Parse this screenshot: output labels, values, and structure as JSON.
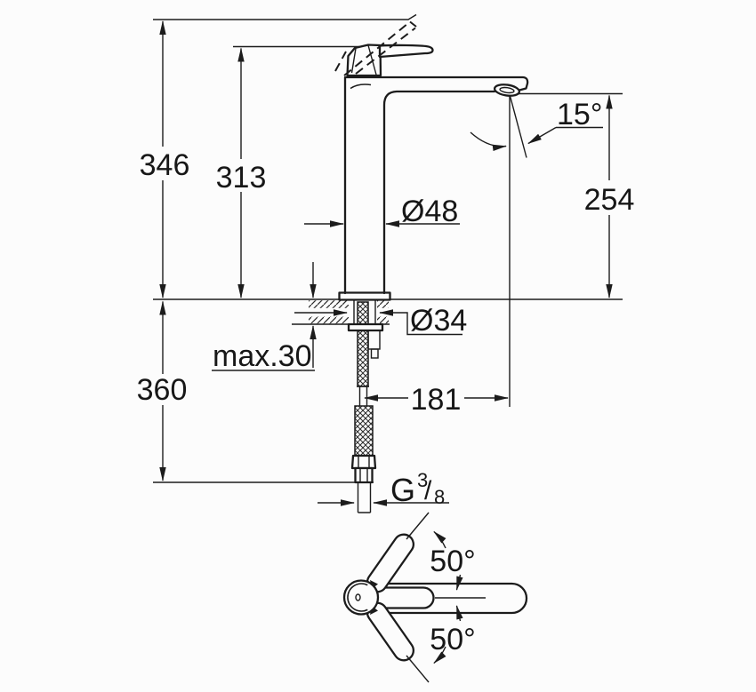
{
  "drawing": {
    "type": "technical-dimension-drawing",
    "subject": "single-lever basin mixer faucet, side elevation with mounting section and plan view of lever swivel",
    "colors": {
      "line": "#1c1c1c",
      "background": "#fcfcfc",
      "text": "#171717"
    },
    "labels": {
      "total_height": "346",
      "body_height": "313",
      "spout_angle": "15°",
      "outlet_height": "254",
      "body_diameter": "Ø48",
      "hole_diameter": "Ø34",
      "max_deck_thickness": "max.30",
      "below_deck_length": "360",
      "spout_reach": "181",
      "thread_prefix": "G",
      "thread_numerator": "3",
      "thread_slash": "/",
      "thread_denominator": "8",
      "lever_swivel_upper": "50°",
      "lever_swivel_lower": "50°"
    }
  }
}
